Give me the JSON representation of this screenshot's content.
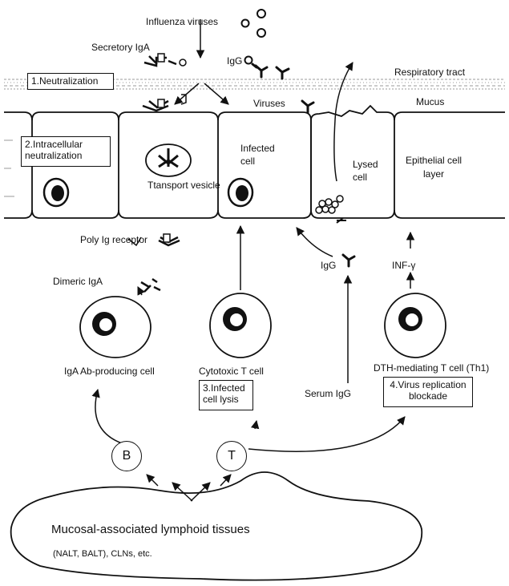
{
  "labels": {
    "influenza_viruses": "Influenza viruses",
    "secretory_iga": "Secretory IgA",
    "igg_top": "IgG",
    "respiratory_tract": "Respiratory tract",
    "mucus": "Mucus",
    "viruses": "Viruses",
    "infected_cell": "Infected\ncell",
    "lysed_cell": "Lysed\ncell",
    "epithelial_cell_layer": "Epithelial cell\nlayer",
    "transport_vesicle": "Ttansport vesicle",
    "poly_ig_receptor": "Poly Ig receptor",
    "dimeric_iga": "Dimeric IgA",
    "igg_mid": "IgG",
    "inf_gamma": "INF-γ",
    "iga_producing_cell": "IgA Ab-producing cell",
    "cytotoxic_t_cell": "Cytotoxic T cell",
    "serum_igg": "Serum IgG",
    "dth_t_cell": "DTH-mediating T cell (Th1)",
    "b_cell": "B",
    "t_cell": "T",
    "malt_title": "Mucosal-associated lymphoid tissues",
    "malt_sub": "(NALT, BALT), CLNs, etc."
  },
  "mechanisms": {
    "m1": "1.Neutralization",
    "m2": "2.Intracellular\nneutralization",
    "m3": "3.Infected\ncell lysis",
    "m4": "4.Virus replication\nblockade"
  },
  "colors": {
    "ink": "#111111",
    "mucus_texture": "#9a9a9a"
  }
}
